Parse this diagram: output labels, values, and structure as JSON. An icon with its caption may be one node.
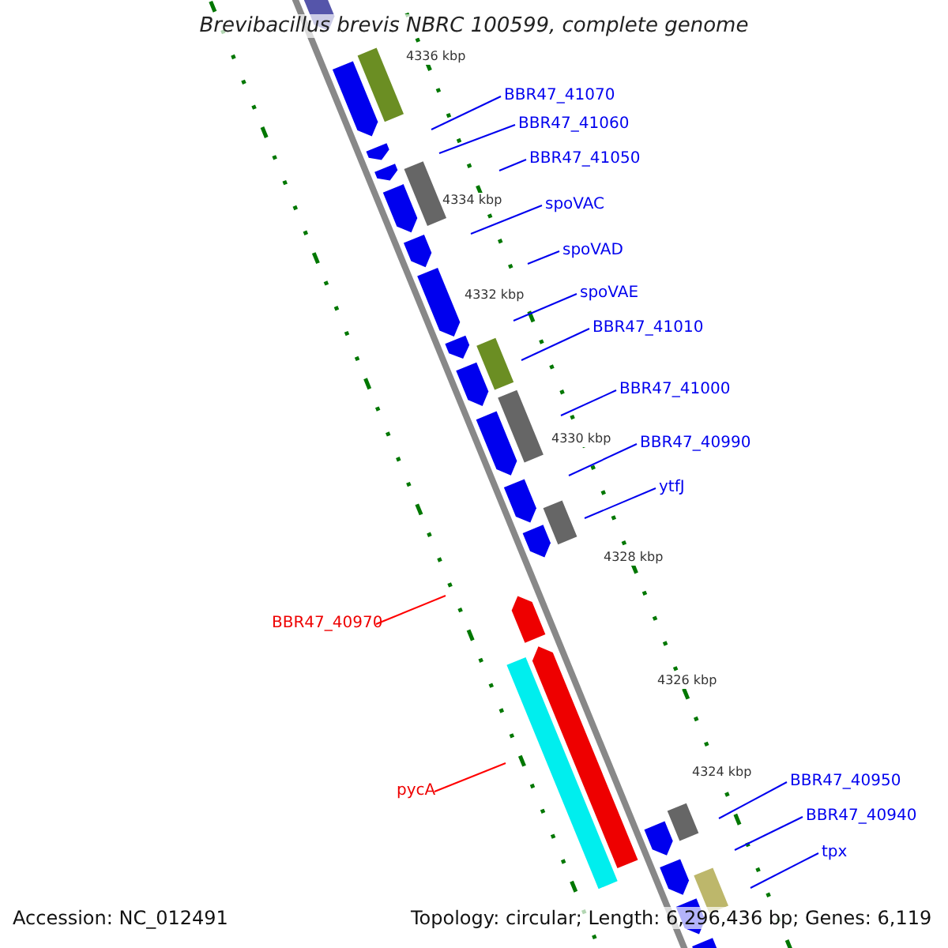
{
  "diagram": {
    "title": "Brevibacillus brevis NBRC 100599, complete genome",
    "nodes": [
      {
        "text": [
          "BBR47_41070"
        ]
      },
      {
        "text": [
          "BBR47_41060"
        ]
      },
      {
        "text": [
          "BBR47_41050"
        ]
      },
      {
        "text": [
          "spoVAC"
        ]
      },
      {
        "text": [
          "spoVAD"
        ]
      },
      {
        "text": [
          "spoVAE"
        ]
      },
      {
        "text": [
          "BBR47_41010"
        ]
      },
      {
        "text": [
          "BBR47_41000"
        ]
      },
      {
        "text": [
          "BBR47_40990"
        ]
      },
      {
        "text": [
          "ytfJ"
        ]
      },
      {
        "text": [
          "BBR47_40970"
        ]
      },
      {
        "text": [
          "pycA"
        ]
      },
      {
        "text": [
          "BBR47_40950"
        ]
      },
      {
        "text": [
          "BBR47_40940"
        ]
      },
      {
        "text": [
          "tpx"
        ]
      }
    ],
    "edges": [
      {
        "from": 0,
        "to": null,
        "arrow": "none"
      },
      {
        "from": 1,
        "to": null,
        "arrow": "none"
      },
      {
        "from": 2,
        "to": null,
        "arrow": "none"
      },
      {
        "from": 3,
        "to": null,
        "arrow": "none"
      },
      {
        "from": 4,
        "to": null,
        "arrow": "none"
      },
      {
        "from": 5,
        "to": null,
        "arrow": "none"
      },
      {
        "from": 6,
        "to": null,
        "arrow": "none"
      },
      {
        "from": 7,
        "to": null,
        "arrow": "none"
      },
      {
        "from": 8,
        "to": null,
        "arrow": "none"
      },
      {
        "from": 9,
        "to": null,
        "arrow": "none"
      },
      {
        "from": 10,
        "to": null,
        "arrow": "none",
        "color": "#ff0000"
      },
      {
        "from": 11,
        "to": null,
        "arrow": "none",
        "color": "#ff0000"
      },
      {
        "from": 12,
        "to": null,
        "arrow": "none"
      },
      {
        "from": 13,
        "to": null,
        "arrow": "none"
      },
      {
        "from": 14,
        "to": null,
        "arrow": "none"
      }
    ],
    "labels": [
      "4336 kbp",
      "4334 kbp",
      "4332 kbp",
      "4330 kbp",
      "4328 kbp",
      "4326 kbp",
      "4324 kbp",
      "Accession: NC_012491",
      "Topology: circular; Length: 6,296,436 bp; Genes: 6,119"
    ]
  }
}
